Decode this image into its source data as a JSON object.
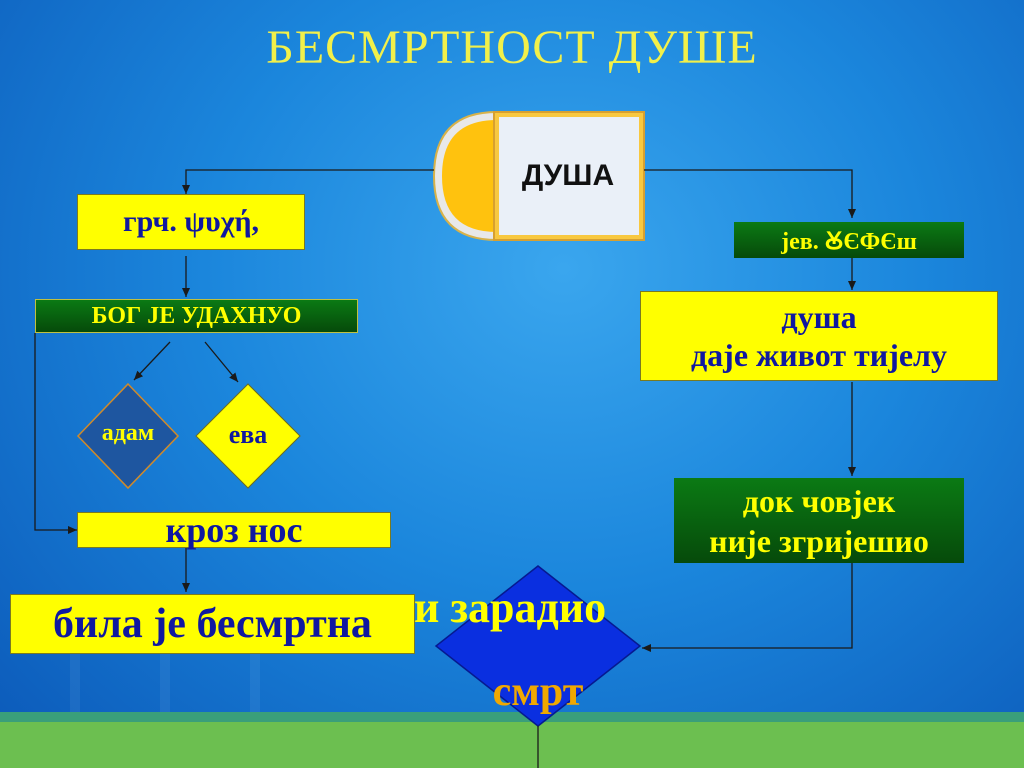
{
  "title": "БЕСМРТНОСТ ДУШЕ",
  "center": {
    "label": "ДУША"
  },
  "left": {
    "greek": "грч. ψυχή,",
    "god": "БОГ ЈЕ УДАХНУО",
    "adam": "адам",
    "eva": "ева",
    "nose": "кроз нос",
    "immortal": "била је бесмртна"
  },
  "right": {
    "hebrew": "јев. ꙊЄФЄш",
    "soul_line1": "душа",
    "soul_line2": "даје живот тијелу",
    "until_line1": "док човјек",
    "until_line2": "није згријешио"
  },
  "bottom": {
    "earned": "и зарадио",
    "death": "смрт"
  },
  "colors": {
    "title": "#f2f04a",
    "box_yellow": "#ffff00",
    "box_green": "#0b7a14",
    "text_blue": "#1018a0",
    "diamond_blue": "#0a2fe0"
  }
}
